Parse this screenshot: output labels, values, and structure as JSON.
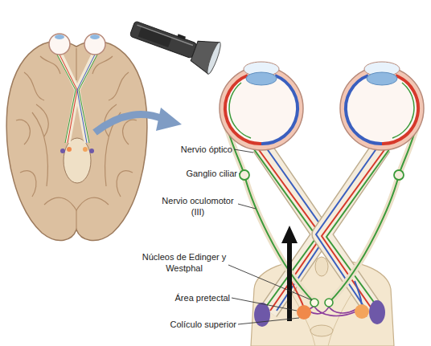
{
  "diagram": {
    "labels": [
      "Nervio óptico",
      "Ganglio ciliar",
      "Nervio oculomotor (III)",
      "Núcleos de Edinger y Westphal",
      "Área pretectal",
      "Colículo superior"
    ]
  }
}
